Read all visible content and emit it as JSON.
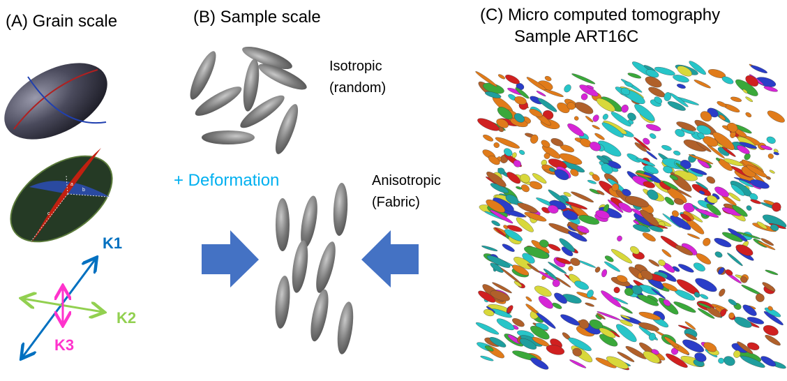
{
  "panel_a": {
    "title": "(A) Grain scale",
    "axis_labels": {
      "k1": "K1",
      "k2": "K2",
      "k3": "K3"
    },
    "plane_labels": {
      "a": "a",
      "b": "b",
      "c": "c"
    }
  },
  "panel_b": {
    "title": "(B) Sample scale",
    "isotropic_line1": "Isotropic",
    "isotropic_line2": "(random)",
    "deformation": "+ Deformation",
    "anisotropic_line1": "Anisotropic",
    "anisotropic_line2": "(Fabric)"
  },
  "panel_c": {
    "title_line1": "(C) Micro computed tomography",
    "title_line2": "Sample ART16C"
  },
  "colors": {
    "k1": "#0070c0",
    "k2": "#92d050",
    "k3": "#ff33cc",
    "deformation": "#00b0f0",
    "arrow": "#4472c4",
    "grain": "#6e6e6e"
  }
}
